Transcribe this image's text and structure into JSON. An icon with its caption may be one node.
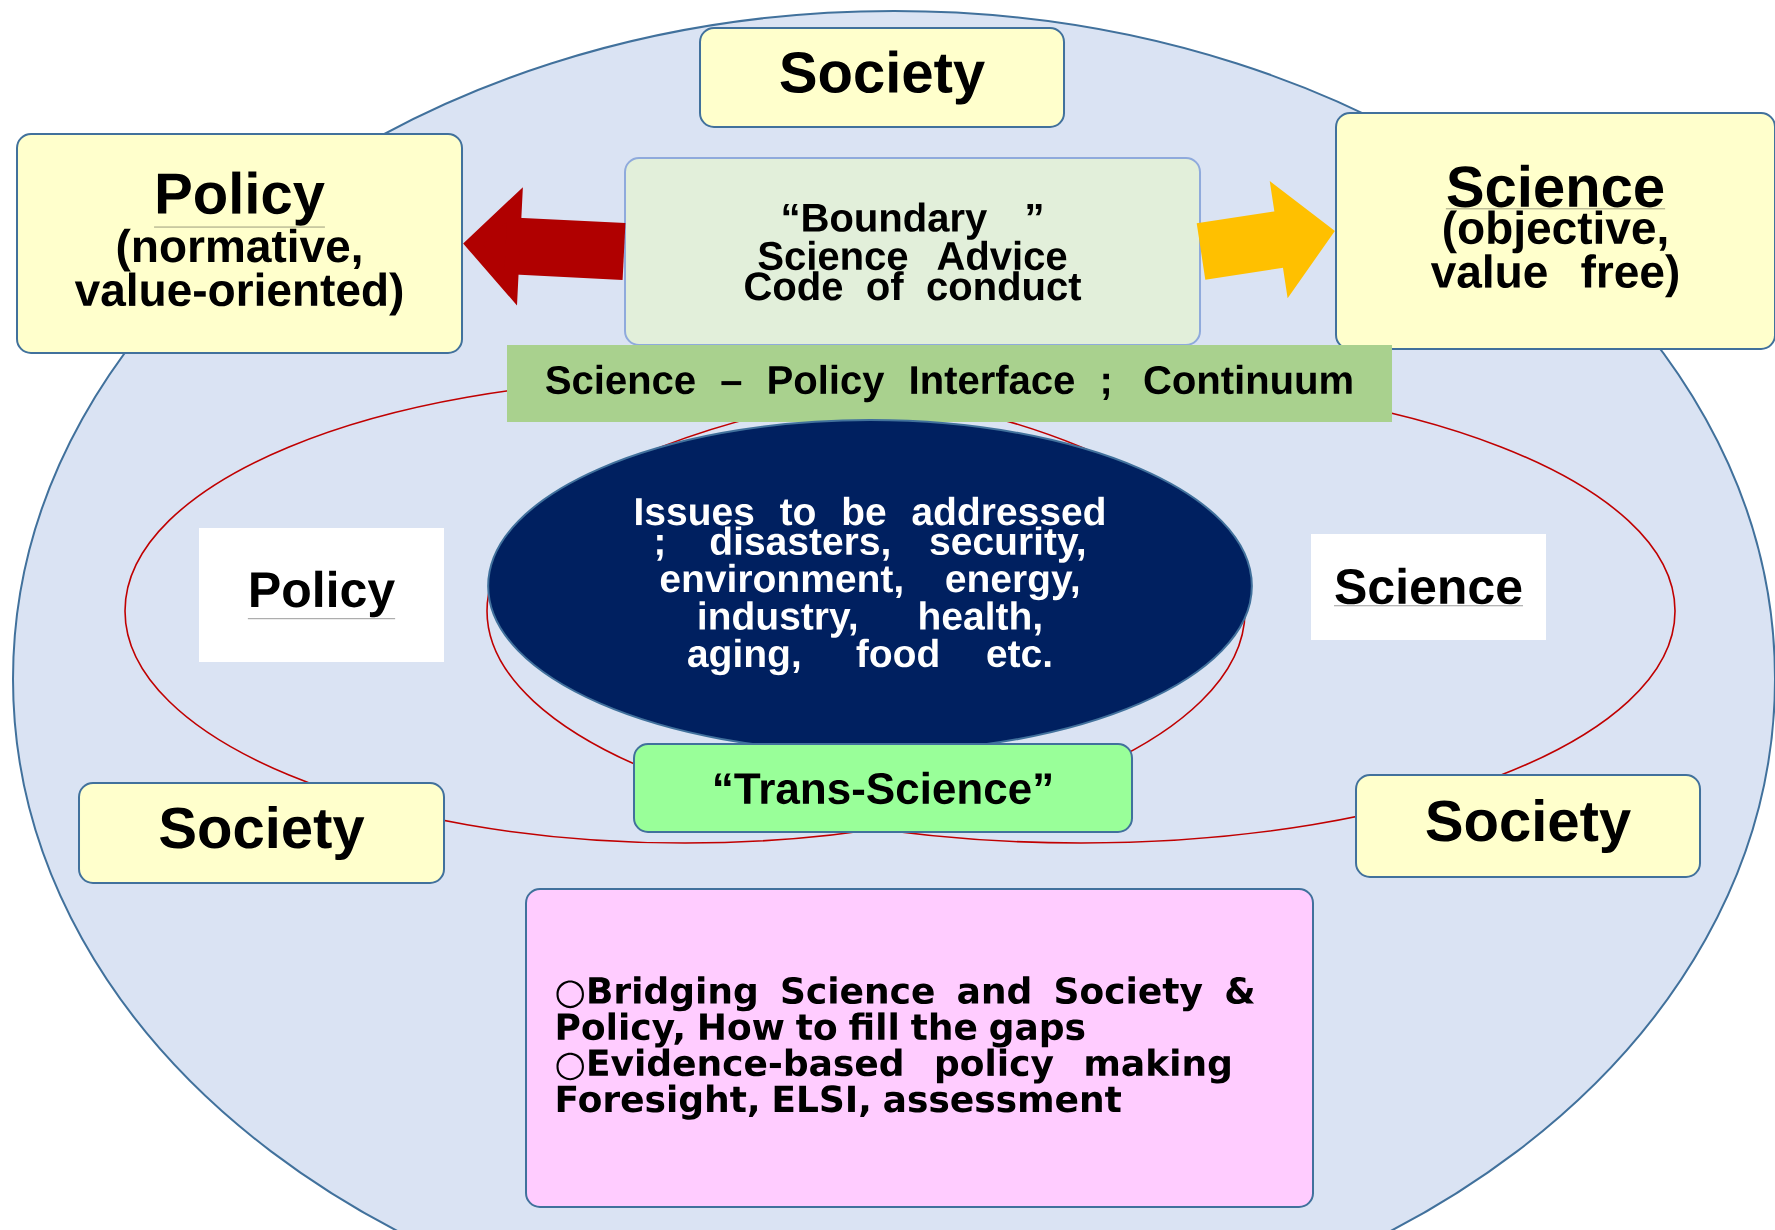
{
  "diagram": {
    "nodes": [
      {
        "text": [
          "Society"
        ]
      },
      {
        "text": [
          "Policy",
          "(normative, value-oriented)"
        ]
      },
      {
        "text": [
          "“Boundary ” Science Advice Code of conduct"
        ]
      },
      {
        "text": [
          "Science",
          "(objective, value free)"
        ]
      },
      {
        "text": [
          "Science – Policy Interface ; Continuum"
        ]
      },
      {
        "text": [
          "Policy"
        ]
      },
      {
        "text": [
          "Issues to be addressed ; disasters, security, environment, energy, industry, health, aging, food etc."
        ]
      },
      {
        "text": [
          "Science"
        ]
      },
      {
        "text": [
          "Society"
        ]
      },
      {
        "text": [
          "“Trans-Science”"
        ]
      },
      {
        "text": [
          "Society"
        ]
      },
      {
        "text": [
          "○Bridging Science and Society & Policy, How to fill the gaps",
          "○Evidence-based policy making Foresight, ELSI, assessment"
        ]
      }
    ],
    "edges": [
      {
        "from": 2,
        "to": 1,
        "arrow": "to",
        "color": "#b00000"
      },
      {
        "from": 2,
        "to": 3,
        "arrow": "to",
        "color": "#ffc000"
      }
    ]
  }
}
